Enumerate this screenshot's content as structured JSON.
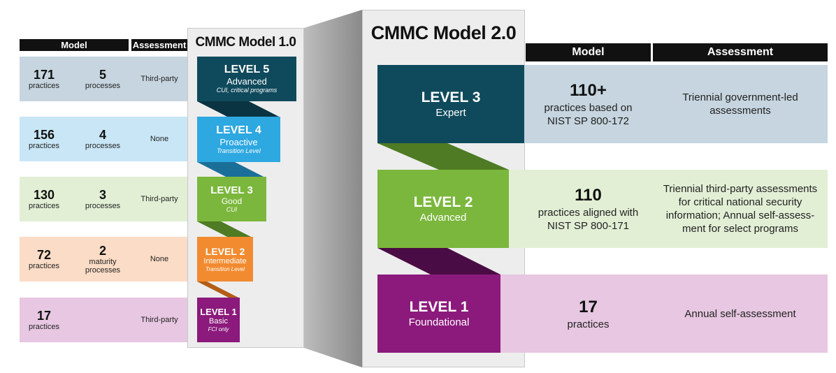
{
  "colors": {
    "l5": "#0f4a5c",
    "l4": "#2ea8e0",
    "l3": "#7bb73c",
    "l2": "#f28b30",
    "l1": "#8b1a7c",
    "bg5": "#c6d5df",
    "bg4": "#c8e6f6",
    "bg3": "#e2efd5",
    "bg2": "#fbdcc6",
    "bg1": "#e7c7e1",
    "dark5": "#0a3442",
    "dark4": "#1a6f99",
    "dark3": "#4e7b23",
    "dark2": "#b35d16",
    "dark1": "#4a0c44"
  },
  "v1": {
    "headers": {
      "model": "Model",
      "assessment": "Assessment"
    },
    "rows": [
      {
        "practices_num": "171",
        "practices_unit": "practices",
        "processes_num": "5",
        "processes_unit": "processes",
        "assessment": "Third-party"
      },
      {
        "practices_num": "156",
        "practices_unit": "practices",
        "processes_num": "4",
        "processes_unit": "processes",
        "assessment": "None"
      },
      {
        "practices_num": "130",
        "practices_unit": "practices",
        "processes_num": "3",
        "processes_unit": "processes",
        "assessment": "Third-party"
      },
      {
        "practices_num": "72",
        "practices_unit": "practices",
        "processes_num": "2",
        "processes_unit": "maturity\nprocesses",
        "assessment": "None"
      },
      {
        "practices_num": "17",
        "practices_unit": "practices",
        "processes_num": "",
        "processes_unit": "",
        "assessment": "Third-party"
      }
    ],
    "title": "CMMC Model 1.0",
    "levels": [
      {
        "title": "LEVEL 5",
        "sub": "Advanced",
        "desc": "CUI, critical programs"
      },
      {
        "title": "LEVEL 4",
        "sub": "Proactive",
        "desc": "Transition Level"
      },
      {
        "title": "LEVEL 3",
        "sub": "Good",
        "desc": "CUI"
      },
      {
        "title": "LEVEL 2",
        "sub": "Intermediate",
        "desc": "Transition Level"
      },
      {
        "title": "LEVEL 1",
        "sub": "Basic",
        "desc": "FCI only"
      }
    ]
  },
  "v2": {
    "title": "CMMC Model 2.0",
    "headers": {
      "model": "Model",
      "assessment": "Assessment"
    },
    "levels": [
      {
        "title": "LEVEL 3",
        "sub": "Expert"
      },
      {
        "title": "LEVEL 2",
        "sub": "Advanced"
      },
      {
        "title": "LEVEL 1",
        "sub": "Foundational"
      }
    ],
    "rows": [
      {
        "num": "110+",
        "text": "practices based on NIST SP 800-172",
        "assessment": "Triennial government-led assessments"
      },
      {
        "num": "110",
        "text": "practices aligned with NIST SP 800-171",
        "assessment": "Triennial third-party assessments for critical national security information; Annual self-assess-ment for select programs"
      },
      {
        "num": "17",
        "text": "practices",
        "assessment": "Annual self-assessment"
      }
    ]
  }
}
